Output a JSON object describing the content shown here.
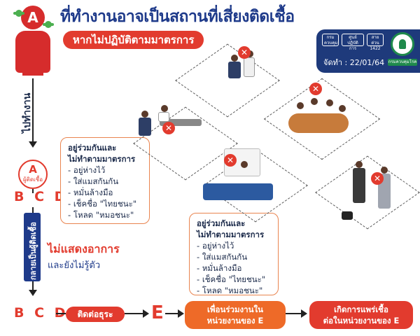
{
  "header": {
    "title": "ที่ทำงานอาจเป็นสถานที่เสี่ยงติดเชื้อ",
    "subtitle": "หากไม่ปฏิบัติตามมาตรการ"
  },
  "logos": {
    "date": "จัดทำ : 22/01/64",
    "dept": "กรมควบคุมโรค",
    "hotline": "1422"
  },
  "left_flow": {
    "person_a": "A",
    "go_to_work": "ไปทำงาน",
    "infected_letter": "A",
    "infected_label": "ผู้ติดเชื้อ",
    "bcd_1": "B C D",
    "become_carrier": "กลายเป็นผู้ติดเชื้อ",
    "no_symptom": "ไม่แสดงอาการ",
    "unaware": "และยังไม่รู้ตัว"
  },
  "info_box_1": {
    "heading_1": "อยู่ร่วมกันและ",
    "heading_2": "ไม่ทำตามมาตรการ",
    "items": [
      "อยู่ห่างไว้",
      "ใส่แมสกันกัน",
      "หมั่นล้างมือ",
      "เช็คชื่อ \"ไทยชนะ\"",
      "โหลด \"หมอชนะ\""
    ]
  },
  "info_box_2": {
    "heading_1": "อยู่ร่วมกันและ",
    "heading_2": "ไม่ทำตามมาตรการ",
    "items": [
      "อยู่ห่างไว้",
      "ใส่แมสกันกัน",
      "หมั่นล้างมือ",
      "เช็คชื่อ \"ไทยชนะ\"",
      "โหลด \"หมอชนะ\""
    ]
  },
  "bottom_flow": {
    "bcd": "B C D",
    "contact": "ติดต่อธุระ",
    "e_letter": "E",
    "coworkers_1": "เพื่อนร่วมงานใน",
    "coworkers_2": "หน่วยงานของ E",
    "spread_1": "เกิดการแพร่เชื้อ",
    "spread_2": "ต่อในหน่วยงานของ E"
  },
  "colors": {
    "primary_red": "#e23b2e",
    "navy": "#1e3a8a",
    "orange": "#ee6a28"
  }
}
